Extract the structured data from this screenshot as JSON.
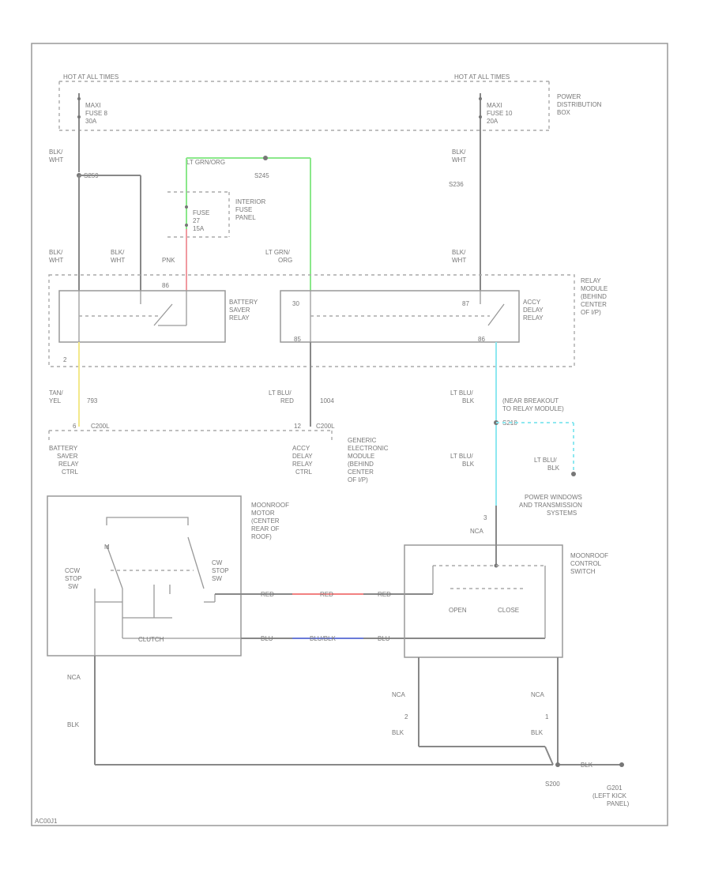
{
  "diagram_id": "AC00J1",
  "top_left": {
    "hot_label": "HOT AT ALL TIMES",
    "fuse_lines": [
      "MAXI",
      "FUSE 8",
      "30A"
    ],
    "wire_lines": [
      "BLK/",
      "WHT"
    ],
    "splice": "S259"
  },
  "top_right": {
    "hot_label": "HOT AT ALL TIMES",
    "fuse_lines": [
      "MAXI",
      "FUSE 10",
      "20A"
    ],
    "wire_lines": [
      "BLK/",
      "WHT"
    ],
    "splice": "S236"
  },
  "power_distribution_box": [
    "POWER",
    "DISTRIBUTION",
    "BOX"
  ],
  "ltgrn_wire_top": "LT GRN/ORG",
  "splice_s245": "S245",
  "interior_fuse": {
    "fuse_lines": [
      "FUSE",
      "27",
      "15A"
    ],
    "panel_lines": [
      "INTERIOR",
      "FUSE",
      "PANEL"
    ]
  },
  "relay_inputs": {
    "left_wire": [
      "BLK/",
      "WHT"
    ],
    "mid_wire": [
      "BLK/",
      "WHT"
    ],
    "pnk": "PNK",
    "ltgrn": [
      "LT GRN/",
      "ORG"
    ],
    "right_wire": [
      "BLK/",
      "WHT"
    ]
  },
  "battery_saver_relay": [
    "BATTERY",
    "SAVER",
    "RELAY"
  ],
  "acc_delay_relay": [
    "ACCY",
    "DELAY",
    "RELAY"
  ],
  "relay_module": [
    "RELAY",
    "MODULE",
    "(BEHIND",
    "CENTER",
    "OF I/P)"
  ],
  "pins": {
    "p86": "86",
    "p87": "87",
    "p85": "85",
    "p30": "30",
    "p2": "2",
    "p6": "6",
    "p12": "12"
  },
  "outputs": {
    "tan_yel": [
      "TAN/",
      "YEL"
    ],
    "n793": "793",
    "ltblu_red": [
      "LT BLU/",
      "RED"
    ],
    "n1004": "1004",
    "ltblu_blk": [
      "LT BLU/",
      "BLK"
    ],
    "rear_breakout": [
      "(NEAR BREAKOUT",
      "TO RELAY MODULE)"
    ],
    "splice_s218": "S218",
    "ltblu_blk2": [
      "LT BLU/",
      "BLK"
    ],
    "ltblu_blk3": [
      "LT BLU/",
      "BLK"
    ]
  },
  "gem": {
    "connectors": [
      "C200L",
      "C200L"
    ],
    "battery_ctrl": [
      "BATTERY",
      "SAVER",
      "RELAY",
      "CTRL"
    ],
    "accy_ctrl": [
      "ACCY",
      "DELAY",
      "RELAY",
      "CTRL"
    ],
    "module": [
      "GENERIC",
      "ELECTRONIC",
      "MODULE",
      "(BEHIND",
      "CENTER",
      "OF I/P)"
    ]
  },
  "power_windows": [
    "POWER WINDOWS",
    "AND TRANSMISSION",
    "SYSTEMS"
  ],
  "motor": {
    "label": [
      "MOONROOF",
      "MOTOR",
      "(CENTER",
      "REAR OF",
      "ROOF)"
    ],
    "ccw_stop": [
      "CCW",
      "STOP",
      "SW"
    ],
    "cw_stop": [
      "CW",
      "STOP",
      "SW"
    ],
    "m": "M",
    "cl_label": "CLUTCH"
  },
  "control_switch": {
    "label": [
      "MOONROOF",
      "CONTROL",
      "SWITCH"
    ],
    "open": "OPEN",
    "close": "CLOSE"
  },
  "wires_mid": {
    "red_left": "RED",
    "red_mid": "RED",
    "red_right": "RED",
    "blu_left": "BLU",
    "blu_mid": "BLU/BLK",
    "blu_right": "BLU",
    "nca": "NCA",
    "n3": "3"
  },
  "ground": {
    "nca_left": "NCA",
    "blk_left": "BLK",
    "nca_mid": "NCA",
    "n2": "2",
    "blk_mid": "BLK",
    "nca_right": "NCA",
    "n1": "1",
    "blk_right": "BLK",
    "blk_g": "BLK",
    "splice": "S200",
    "g_label": [
      "G201",
      "(LEFT KICK",
      "PANEL)"
    ]
  }
}
